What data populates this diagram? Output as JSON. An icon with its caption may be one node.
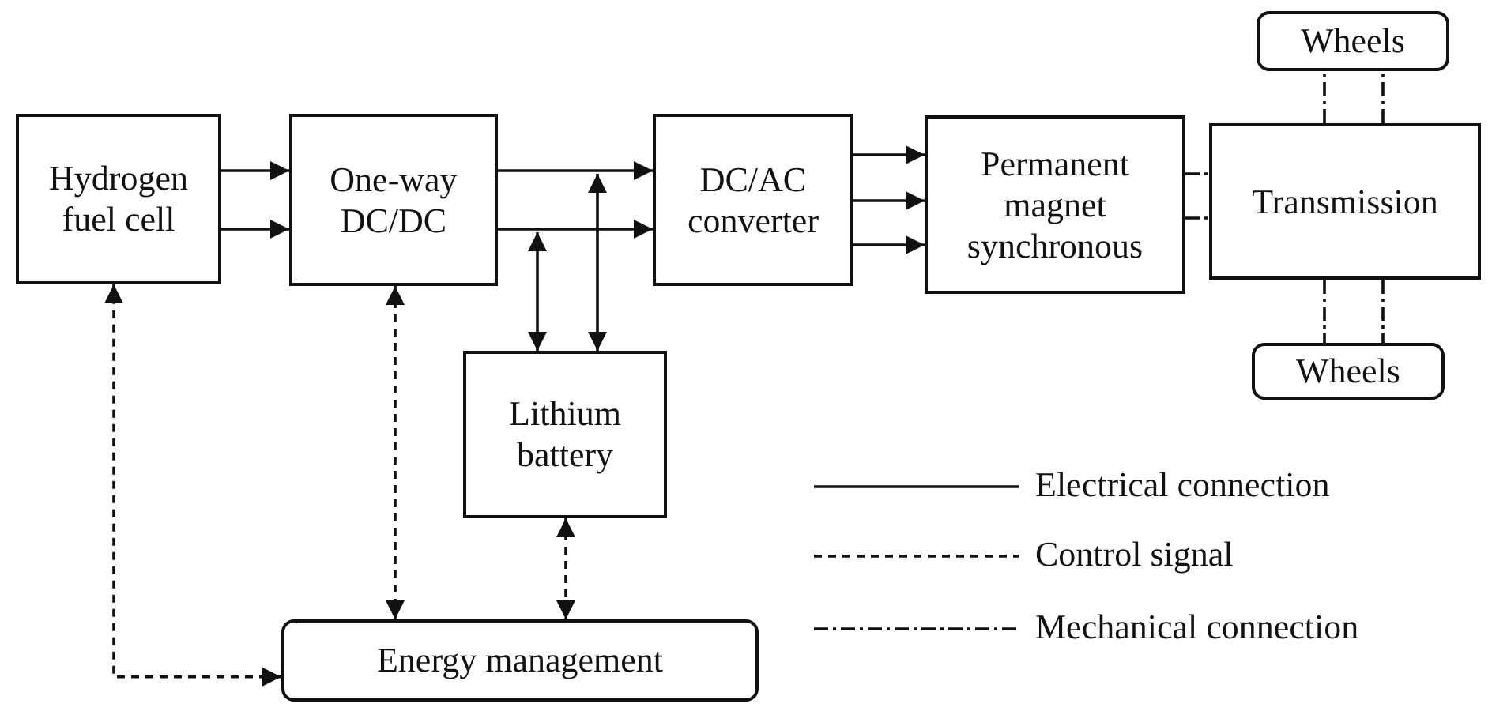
{
  "diagram": {
    "nodes": [
      {
        "text": [
          "Hydrogen fuel cell"
        ]
      },
      {
        "text": [
          "One-way DC/DC"
        ]
      },
      {
        "text": [
          "DC/AC converter"
        ]
      },
      {
        "text": [
          "Permanent magnet synchronous"
        ]
      },
      {
        "text": [
          "Transmission"
        ]
      },
      {
        "text": [
          "Wheels"
        ]
      },
      {
        "text": [
          "Wheels"
        ]
      },
      {
        "text": [
          "Lithium battery"
        ]
      },
      {
        "text": [
          "Energy management"
        ]
      }
    ],
    "edges": [
      {
        "from": 0,
        "to": 1,
        "arrow": "to"
      },
      {
        "from": 0,
        "to": 1,
        "arrow": "to"
      },
      {
        "from": 1,
        "to": 2,
        "arrow": "to"
      },
      {
        "from": 1,
        "to": 2,
        "arrow": "to"
      },
      {
        "from": 7,
        "to": 1,
        "arrow": "both"
      },
      {
        "from": 7,
        "to": null,
        "arrow": "both"
      },
      {
        "from": 2,
        "to": 3,
        "arrow": "to"
      },
      {
        "from": 2,
        "to": 3,
        "arrow": "to"
      },
      {
        "from": 2,
        "to": 3,
        "arrow": "to"
      },
      {
        "from": 3,
        "to": 4,
        "arrow": "none",
        "style": "dashed"
      },
      {
        "from": 3,
        "to": 4,
        "arrow": "none",
        "style": "dashed"
      },
      {
        "from": 4,
        "to": 5,
        "arrow": "none",
        "style": "dashed"
      },
      {
        "from": 4,
        "to": 5,
        "arrow": "none",
        "style": "dashed"
      },
      {
        "from": 4,
        "to": 6,
        "arrow": "none",
        "style": "dashed"
      },
      {
        "from": 4,
        "to": 6,
        "arrow": "none",
        "style": "dashed"
      },
      {
        "from": 1,
        "to": 8,
        "arrow": "both",
        "style": "dashed"
      },
      {
        "from": 7,
        "to": 8,
        "arrow": "both",
        "style": "dashed"
      },
      {
        "from": 8,
        "to": 0,
        "arrow": "both",
        "style": "dashed"
      }
    ],
    "legend": [
      {
        "text": "Electrical connection"
      },
      {
        "text": "Control signal"
      },
      {
        "text": "Mechanical connection"
      }
    ]
  }
}
